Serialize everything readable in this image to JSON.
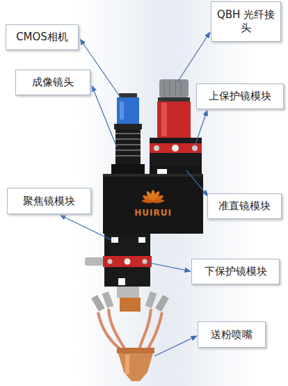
{
  "diagram": {
    "nodes": [
      {
        "text": [
          "CMOS相机"
        ]
      },
      {
        "text": [
          "QBH 光纤接头"
        ]
      },
      {
        "text": [
          "成像镜头"
        ]
      },
      {
        "text": [
          "上保护镜模块"
        ]
      },
      {
        "text": [
          "聚焦镜模块"
        ]
      },
      {
        "text": [
          "准直镜模块"
        ]
      },
      {
        "text": [
          "下保护镜模块"
        ]
      },
      {
        "text": [
          "送粉喷嘴"
        ]
      }
    ],
    "labels": [
      "HUIRUI"
    ]
  }
}
